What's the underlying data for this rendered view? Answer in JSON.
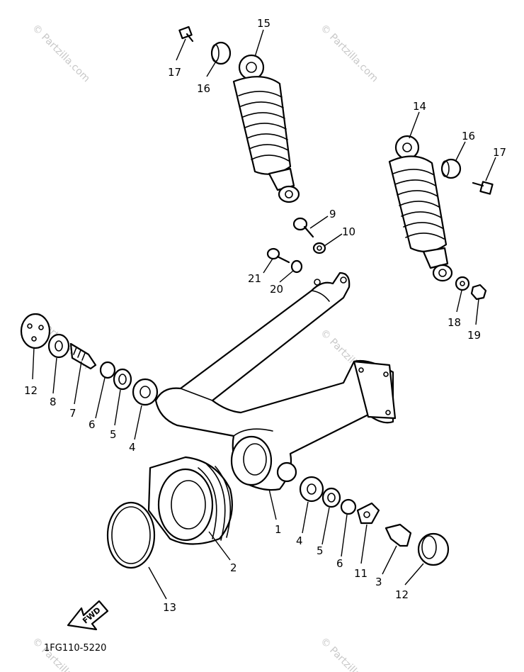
{
  "diagram_code": "1FG110-5220",
  "fwd_label": "FWD",
  "watermark_text": "© Partzilla.com",
  "callouts": [
    {
      "id": "c15",
      "text": "15"
    },
    {
      "id": "c17a",
      "text": "17"
    },
    {
      "id": "c16a",
      "text": "16"
    },
    {
      "id": "c14",
      "text": "14"
    },
    {
      "id": "c16b",
      "text": "16"
    },
    {
      "id": "c17b",
      "text": "17"
    },
    {
      "id": "c9",
      "text": "9"
    },
    {
      "id": "c10",
      "text": "10"
    },
    {
      "id": "c21",
      "text": "21"
    },
    {
      "id": "c20",
      "text": "20"
    },
    {
      "id": "c18",
      "text": "18"
    },
    {
      "id": "c19",
      "text": "19"
    },
    {
      "id": "c12a",
      "text": "12"
    },
    {
      "id": "c8",
      "text": "8"
    },
    {
      "id": "c7",
      "text": "7"
    },
    {
      "id": "c6a",
      "text": "6"
    },
    {
      "id": "c5a",
      "text": "5"
    },
    {
      "id": "c4a",
      "text": "4"
    },
    {
      "id": "c1",
      "text": "1"
    },
    {
      "id": "c2",
      "text": "2"
    },
    {
      "id": "c13",
      "text": "13"
    },
    {
      "id": "c4b",
      "text": "4"
    },
    {
      "id": "c5b",
      "text": "5"
    },
    {
      "id": "c6b",
      "text": "6"
    },
    {
      "id": "c11",
      "text": "11"
    },
    {
      "id": "c3",
      "text": "3"
    },
    {
      "id": "c12b",
      "text": "12"
    }
  ],
  "colors": {
    "line": "#000000",
    "background": "#ffffff",
    "watermark": "#c8c8c8"
  }
}
